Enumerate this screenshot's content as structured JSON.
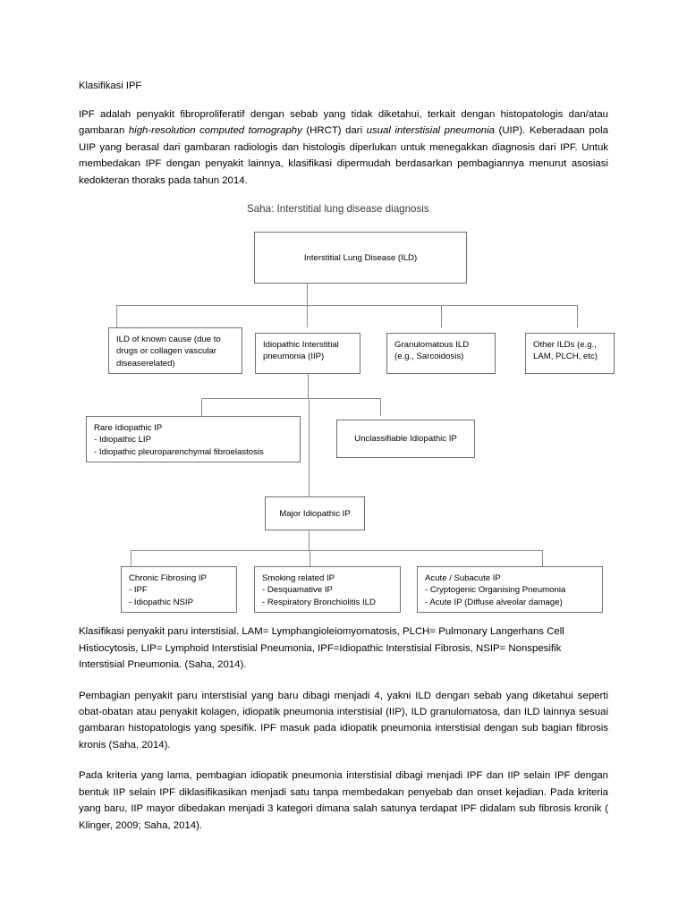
{
  "document": {
    "heading": "Klasifikasi IPF",
    "paragraph_1": {
      "seg1": "IPF adalah penyakit fibroproliferatif dengan sebab yang tidak diketahui, terkait dengan histopatologis dan/atau gambaran ",
      "italic1": "high-resolution computed tomography",
      "seg2": " (HRCT) dari ",
      "italic2": "usual interstisial pneumonia",
      "seg3": " (UIP). Keberadaan pola UIP yang berasal dari gambaran radiologis dan histologis diperlukan untuk menegakkan diagnosis dari IPF. Untuk membedakan IPF dengan penyakit lainnya, klasifikasi dipermudah berdasarkan pembagiannya menurut asosiasi kedokteran thoraks pada tahun 2014."
    },
    "caption": "Klasifikasi penyakit paru interstisial. LAM= Lymphangioleiomyomatosis, PLCH= Pulmonary Langerhans Cell Histiocytosis, LIP= Lymphoid Interstisial Pneumonia, IPF=Idiopathic Interstisial Fibrosis, NSIP= Nonspesifik Interstisial Pneumonia. (Saha, 2014).",
    "paragraph_2": "Pembagian penyakit paru interstisial yang baru dibagi menjadi 4, yakni ILD dengan sebab yang diketahui seperti obat-obatan atau penyakit kolagen, idiopatik pneumonia interstisial (IIP), ILD granulomatosa, dan ILD lainnya sesuai gambaran histopatologis yang spesifik. IPF masuk pada idiopatik pneumonia interstisial dengan sub bagian fibrosis kronis (Saha, 2014).",
    "paragraph_3": "Pada kriteria yang lama, pembagian idiopatik pneumonia interstisial dibagi menjadi IPF dan IIP selain IPF dengan bentuk IIP selain IPF diklasifikasikan menjadi satu tanpa membedakan penyebab dan onset kejadian. Pada kriteria yang baru, IIP mayor dibedakan menjadi 3 kategori dimana salah satunya terdapat IPF didalam sub fibrosis kronik ( Klinger, 2009; Saha, 2014)."
  },
  "figure": {
    "title": "Saha: Interstitial lung disease diagnosis",
    "nodes": {
      "root": {
        "label": "Interstitial Lung Disease (ILD)"
      },
      "known_cause": {
        "line1": "ILD of known cause (due to",
        "line2": "drugs or collagen vascular",
        "line3": "diseaserelated)"
      },
      "iip": {
        "line1": "Idiopathic Interstitial",
        "line2": "pneumonia (IIP)"
      },
      "granulomatous": {
        "line1": "Granulomatous ILD",
        "line2": "(e.g., Sarcoidosis)"
      },
      "other_ilds": {
        "line1": "Other ILDs (e.g.,",
        "line2": "LAM, PLCH, etc)"
      },
      "rare_idiopathic": {
        "line1": "Rare Idiopathic IP",
        "line2": "- Idiopathic LIP",
        "line3": "- Idiopathic pleuroparenchymal fibroelastosis"
      },
      "unclassifiable": {
        "label": "Unclassifiable Idiopathic IP"
      },
      "major": {
        "label": "Major Idiopathic IP"
      },
      "chronic_fibrosing": {
        "line1": "Chronic Fibrosing IP",
        "line2": "- IPF",
        "line3": "- Idiopathic NSIP"
      },
      "smoking_related": {
        "line1": "Smoking related IP",
        "line2": "- Desquamative IP",
        "line3": "- Respiratory Bronchiolitis ILD"
      },
      "acute_subacute": {
        "line1": "Acute / Subacute IP",
        "line2": "- Cryptogenic Organising Pneumonia",
        "line3": "- Acute IP (Diffuse alveolar damage)"
      }
    }
  }
}
